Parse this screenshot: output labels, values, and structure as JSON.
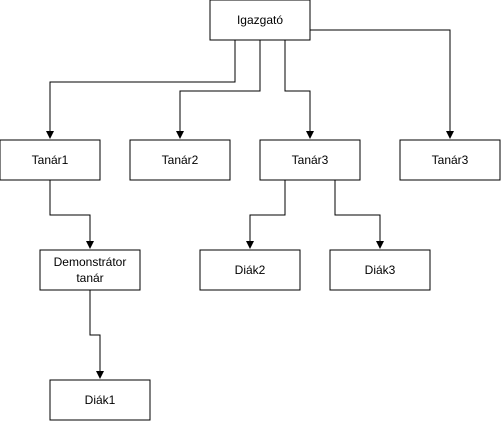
{
  "colors": {
    "background": "#ffffff",
    "stroke": "#000000",
    "text": "#000000"
  },
  "nodes": {
    "igazgato": "Igazgató",
    "tanar1": "Tanár1",
    "tanar2": "Tanár2",
    "tanar3_middle": "Tanár3",
    "tanar3_right": "Tanár3",
    "demonstrator_line1": "Demonstrátor",
    "demonstrator_line2": "tanár",
    "diak1": "Diák1",
    "diak2": "Diák2",
    "diak3": "Diák3"
  },
  "edges": [
    {
      "from": "igazgato",
      "to": "tanar1"
    },
    {
      "from": "igazgato",
      "to": "tanar2"
    },
    {
      "from": "igazgato",
      "to": "tanar3_middle"
    },
    {
      "from": "igazgato",
      "to": "tanar3_right"
    },
    {
      "from": "tanar1",
      "to": "demonstrator"
    },
    {
      "from": "demonstrator",
      "to": "diak1"
    },
    {
      "from": "tanar3_middle",
      "to": "diak2"
    },
    {
      "from": "tanar3_middle",
      "to": "diak3"
    }
  ]
}
